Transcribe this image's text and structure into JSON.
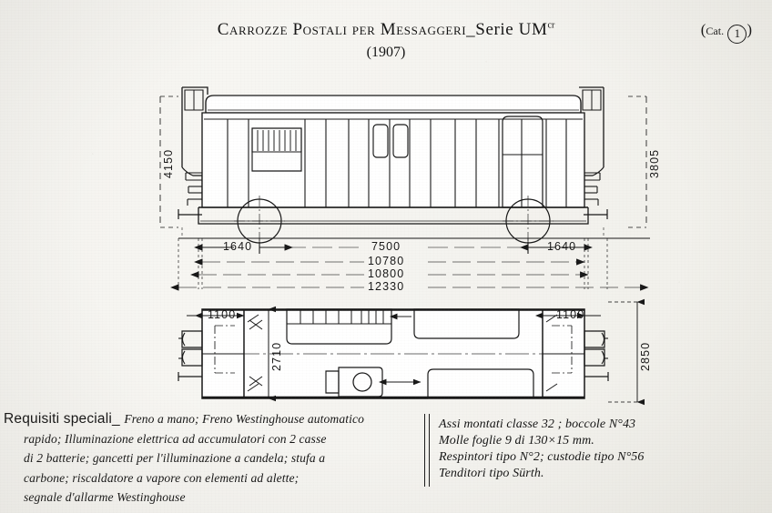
{
  "title": {
    "main_prefix": "Carrozze Postali per Messaggeri",
    "dash": "_",
    "series": "Serie UM",
    "series_sup": "cr",
    "year": "(1907)",
    "catalog_prefix": "(",
    "catalog_label": "Cat.",
    "catalog_number": "1",
    "catalog_suffix": ")"
  },
  "elevation": {
    "height_left": "4150",
    "height_right": "3805"
  },
  "dimension_chain": {
    "overhang_left": "1640",
    "wheelbase": "7500",
    "overhang_right": "1640",
    "body_length": "10780",
    "frame_length": "10800",
    "over_buffers": "12330"
  },
  "plan": {
    "end_left": "1100",
    "width_inner": "2710",
    "end_right": "1100",
    "width_outer": "2850"
  },
  "notes_left": {
    "heading": "Requisiti speciali",
    "heading_dash": "_",
    "lines": [
      "Freno a mano; Freno Westinghouse automatico",
      "rapido; Illuminazione elettrica ad accumulatori con 2 casse",
      "di 2 batterie; gancetti per l'illuminazione a candela; stufa a",
      "carbone; riscaldatore a vapore con elementi ad alette;",
      "segnale d'allarme Westinghouse"
    ]
  },
  "notes_right": {
    "lines": [
      "Assi montati classe 32 ; boccole N°43",
      "Molle foglie 9 di 130×15 mm.",
      "Respintori tipo N°2; custodie tipo N°56",
      "Tenditori tipo Sürth."
    ]
  },
  "colors": {
    "ink": "#171717",
    "paper": "#f4f3ef",
    "thin_ink": "#2a2a2a"
  }
}
